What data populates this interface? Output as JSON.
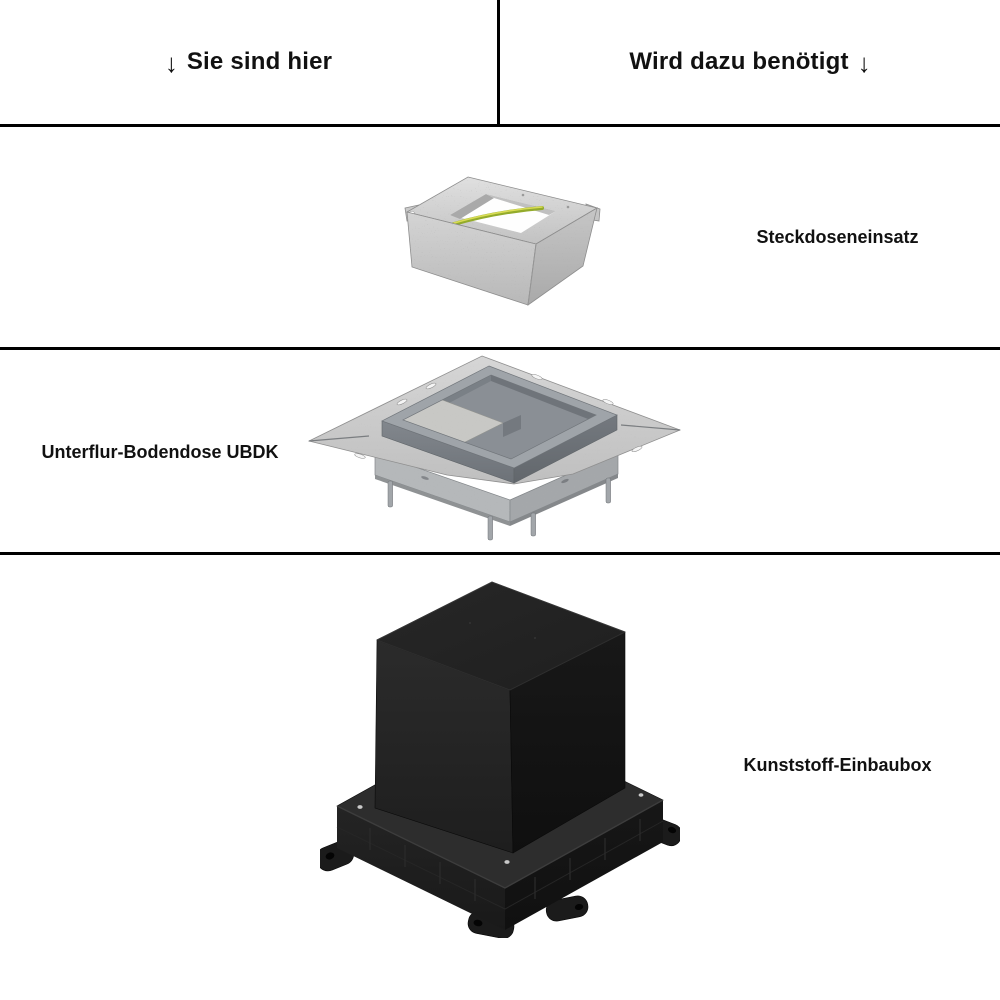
{
  "header": {
    "left": {
      "arrow": "↓",
      "text": "Sie sind hier"
    },
    "right": {
      "text": "Wird dazu benötigt",
      "arrow": "↓"
    }
  },
  "rows": [
    {
      "label": "Steckdoseneinsatz"
    },
    {
      "label": "Unterflur-Bodendose UBDK"
    },
    {
      "label": "Kunststoff-Einbaubox"
    }
  ],
  "colors": {
    "background": "#ffffff",
    "divider": "#000000",
    "text": "#111111",
    "galvanized_metal": "#c9c9c9",
    "steel_gray": "#8a8f95",
    "wire_green": "#93ab2b",
    "wire_yellow": "#d9dc55",
    "plastic_black": "#1c1c1c"
  }
}
